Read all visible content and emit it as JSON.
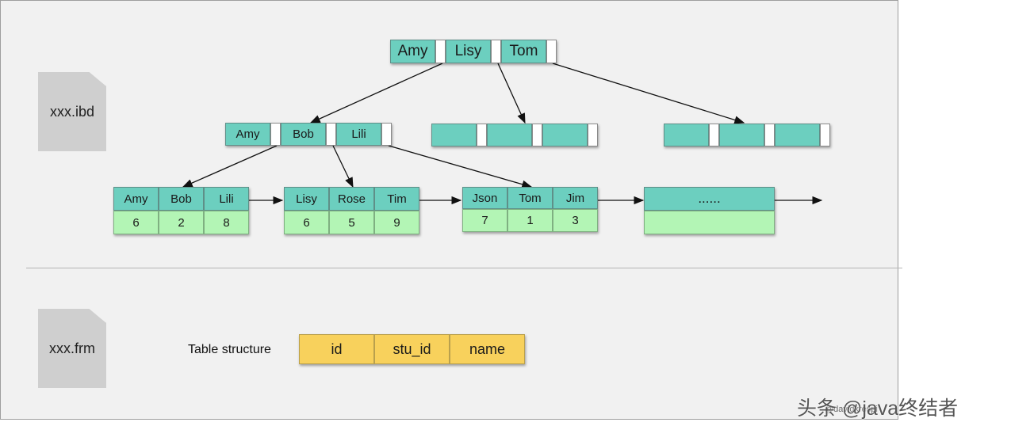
{
  "files": {
    "ibd": "xxx.ibd",
    "frm": "xxx.frm"
  },
  "root": {
    "keys": [
      "Amy",
      "Lisy",
      "Tom"
    ]
  },
  "level2": {
    "left_keys": [
      "Amy",
      "Bob",
      "Lili"
    ]
  },
  "leaves": [
    {
      "keys": [
        "Amy",
        "Bob",
        "Lili"
      ],
      "values": [
        "6",
        "2",
        "8"
      ]
    },
    {
      "keys": [
        "Lisy",
        "Rose",
        "Tim"
      ],
      "values": [
        "6",
        "5",
        "9"
      ]
    },
    {
      "keys": [
        "Json",
        "Tom",
        "Jim"
      ],
      "values": [
        "7",
        "1",
        "3"
      ]
    }
  ],
  "ellipsis": "......",
  "table_structure": {
    "label": "Table structure",
    "columns": [
      "id",
      "stu_id",
      "name"
    ]
  },
  "watermark": {
    "text": "头条 @java终结者",
    "small": "@davidkrespi"
  },
  "colors": {
    "key_fill": "#6ccfbf",
    "value_fill": "#b3f5b5",
    "column_fill": "#f8d15c",
    "panel_bg": "#f1f1f1"
  }
}
